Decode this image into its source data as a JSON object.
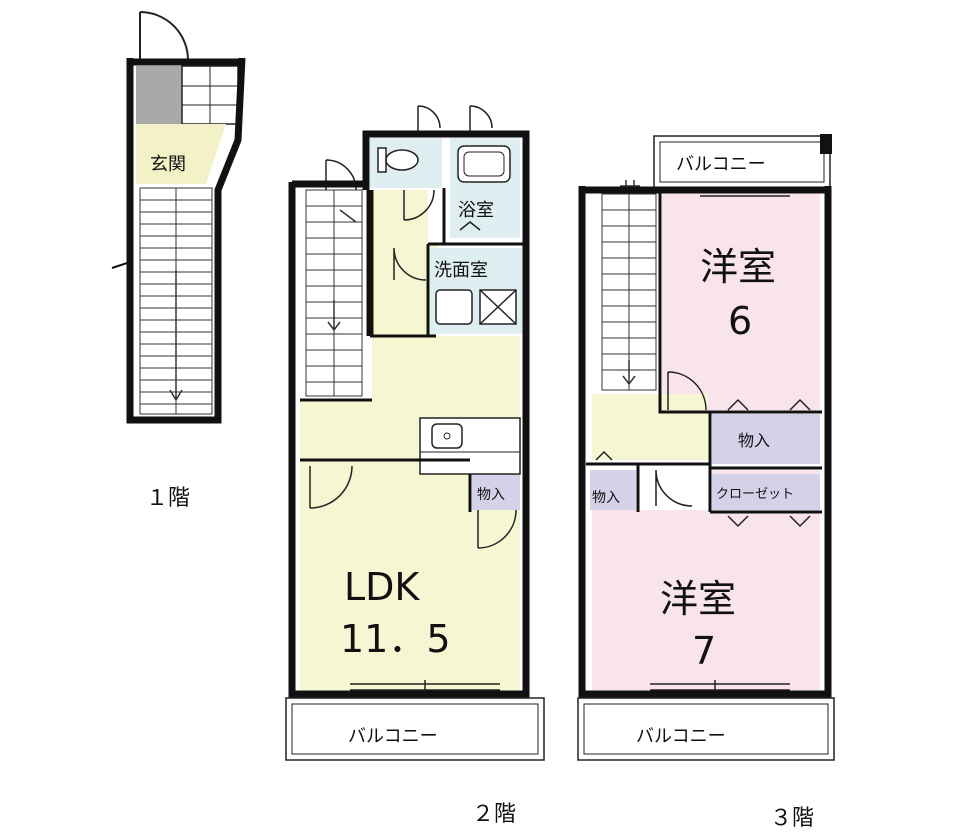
{
  "floors": {
    "first": {
      "caption": "１階",
      "entrance": "玄関"
    },
    "second": {
      "caption": "２階",
      "bath": "浴室",
      "washroom": "洗面室",
      "storage": "物入",
      "ldk_name": "LDK",
      "ldk_size": "11．5",
      "balcony": "バルコニー"
    },
    "third": {
      "caption": "３階",
      "room1_name": "洋室",
      "room1_size": "6",
      "room2_name": "洋室",
      "room2_size": "7",
      "storage1": "物入",
      "storage2": "物入",
      "closet": "クローゼット",
      "balcony_top": "バルコニー",
      "balcony_bottom": "バルコニー"
    }
  },
  "colors": {
    "wall": "#111111",
    "ldk_floor": "#f6f6d2",
    "western_room": "#f9e3ec",
    "wet_area": "#dfeef0",
    "storage": "#d4d2e8",
    "entrance": "#f3f2c6",
    "genkan_shoe": "#a9a9a9"
  }
}
